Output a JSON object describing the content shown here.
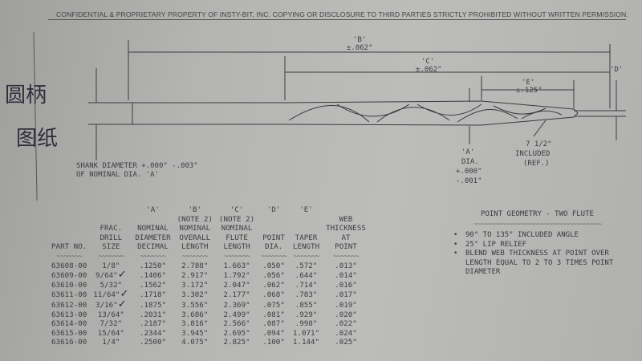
{
  "header": "CONFIDENTIAL & PROPRIETARY PROPERTY OF INSTY-BIT, INC. COPYING OR DISCLOSURE TO THIRD PARTIES STRICTLY PROHIBITED WITHOUT WRITTEN PERMISSION.",
  "handwriting": {
    "line1": "圆柄",
    "line2": "图纸"
  },
  "drawing": {
    "dim_b": {
      "label": "'B'",
      "tol": "±.062\""
    },
    "dim_c": {
      "label": "'C'",
      "tol": "±.062\""
    },
    "dim_e": {
      "label": "'E'",
      "tol": "±.125\""
    },
    "dim_d": {
      "label": "'D'"
    },
    "dim_a": {
      "line1": "'A'",
      "line2": "DIA.",
      "line3": "+.000\"",
      "line4": "-.001\""
    },
    "angle": {
      "line1": "7 1/2°",
      "line2": "INCLUDED",
      "line3": "(REF.)"
    },
    "shank_note": {
      "line1": "SHANK DIAMETER +.000\" -.003\"",
      "line2": "OF NOMINAL DIA. 'A'"
    }
  },
  "table": {
    "headers": [
      {
        "top": "",
        "l1": "",
        "l2": "",
        "l3": "PART NO."
      },
      {
        "top": "",
        "l1": "FRAC.",
        "l2": "DRILL",
        "l3": "SIZE"
      },
      {
        "top": "'A'",
        "l0": "",
        "l1": "NOMINAL",
        "l2": "DIAMETER",
        "l3": "DECIMAL"
      },
      {
        "top": "'B'",
        "l0": "(NOTE 2)",
        "l1": "NOMINAL",
        "l2": "OVERALL",
        "l3": "LENGTH"
      },
      {
        "top": "'C'",
        "l0": "(NOTE 2)",
        "l1": "NOMINAL",
        "l2": "FLUTE",
        "l3": "LENGTH"
      },
      {
        "top": "'D'",
        "l0": "",
        "l1": "",
        "l2": "POINT",
        "l3": "DIA."
      },
      {
        "top": "'E'",
        "l0": "",
        "l1": "",
        "l2": "TAPER",
        "l3": "LENGTH"
      },
      {
        "top": "",
        "l0": "WEB",
        "l1": "THICKNESS",
        "l2": "AT",
        "l3": "POINT"
      }
    ],
    "rows": [
      [
        "63608-00",
        "1/8\"",
        ".1250\"",
        "2.788\"",
        "1.663\"",
        ".050\"",
        ".572\"",
        ".013\""
      ],
      [
        "63609-00",
        "9/64\"",
        ".1406\"",
        "2.917\"",
        "1.792\"",
        ".056\"",
        ".644\"",
        ".014\""
      ],
      [
        "63610-00",
        "5/32\"",
        ".1562\"",
        "3.172\"",
        "2.047\"",
        ".062\"",
        ".714\"",
        ".016\""
      ],
      [
        "63611-00",
        "11/64\"",
        ".1718\"",
        "3.302\"",
        "2.177\"",
        ".068\"",
        ".783\"",
        ".017\""
      ],
      [
        "63612-00",
        "3/16\"",
        ".1875\"",
        "3.556\"",
        "2.369\"",
        ".075\"",
        ".855\"",
        ".019\""
      ],
      [
        "63613-00",
        "13/64\"",
        ".2031\"",
        "3.686\"",
        "2.499\"",
        ".081\"",
        ".929\"",
        ".020\""
      ],
      [
        "63614-00",
        "7/32\"",
        ".2187\"",
        "3.816\"",
        "2.566\"",
        ".087\"",
        ".998\"",
        ".022\""
      ],
      [
        "63615-00",
        "15/64\"",
        ".2344\"",
        "3.945\"",
        "2.695\"",
        ".094\"",
        "1.071\"",
        ".024\""
      ],
      [
        "63616-00",
        "1/4\"",
        ".2500\"",
        "4.075\"",
        "2.825\"",
        ".100\"",
        "1.144\"",
        ".025\""
      ]
    ],
    "checked_rows": [
      1,
      3,
      4
    ],
    "check_mark": "✓"
  },
  "point_geometry": {
    "title": "POINT GEOMETRY - TWO FLUTE",
    "items": [
      "90° TO 135° INCLUDED ANGLE",
      "25° LIP RELIEF",
      "BLEND WEB THICKNESS AT POINT OVER LENGTH EQUAL TO 2 TO 3 TIMES POINT DIAMETER"
    ]
  }
}
